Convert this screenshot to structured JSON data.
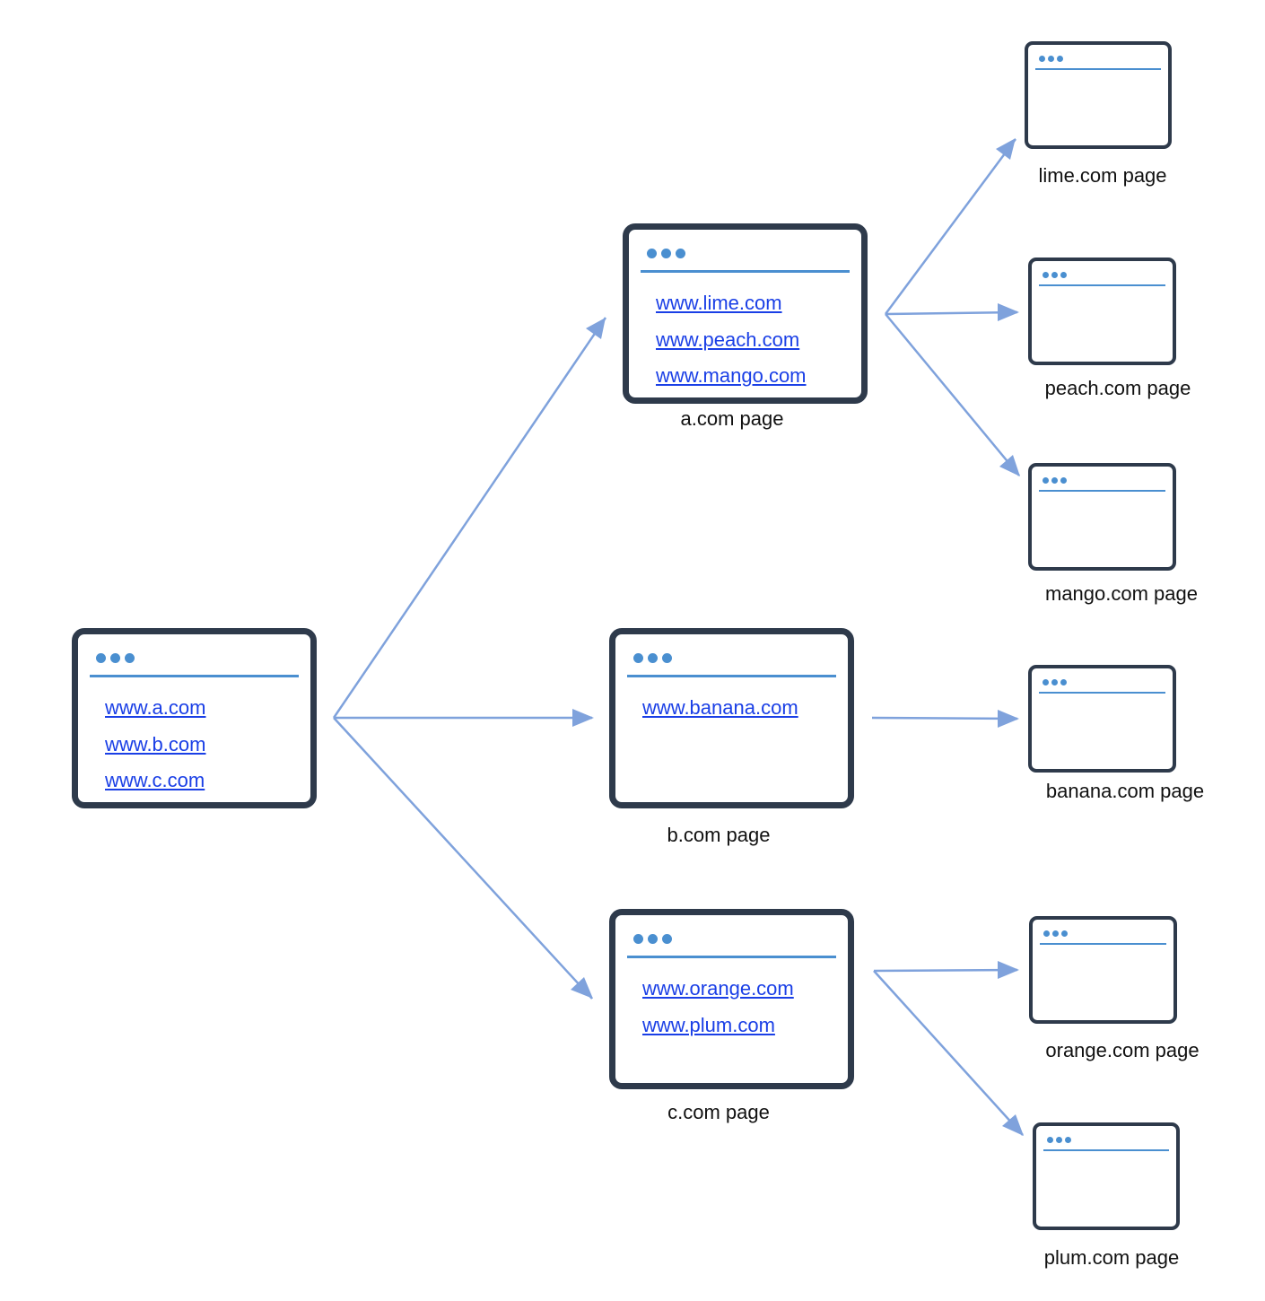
{
  "colors": {
    "window_frame": "#2e3a4b",
    "window_accent": "#4a8fd0",
    "arrow": "#7fa2dc",
    "link": "#1a3fe6",
    "caption": "#111111"
  },
  "icon": "browser-window-icon",
  "root": {
    "links": [
      "www.a.com",
      "www.b.com",
      "www.c.com"
    ]
  },
  "level1": [
    {
      "id": "a",
      "caption": "a.com page",
      "links": [
        "www.lime.com",
        "www.peach.com",
        "www.mango.com"
      ]
    },
    {
      "id": "b",
      "caption": "b.com page",
      "links": [
        "www.banana.com"
      ]
    },
    {
      "id": "c",
      "caption": "c.com page",
      "links": [
        "www.orange.com",
        "www.plum.com"
      ]
    }
  ],
  "level2": [
    {
      "id": "lime",
      "caption": "lime.com page",
      "parent": "a"
    },
    {
      "id": "peach",
      "caption": "peach.com page",
      "parent": "a"
    },
    {
      "id": "mango",
      "caption": "mango.com page",
      "parent": "a"
    },
    {
      "id": "banana",
      "caption": "banana.com page",
      "parent": "b"
    },
    {
      "id": "orange",
      "caption": "orange.com page",
      "parent": "c"
    },
    {
      "id": "plum",
      "caption": "plum.com page",
      "parent": "c"
    }
  ]
}
